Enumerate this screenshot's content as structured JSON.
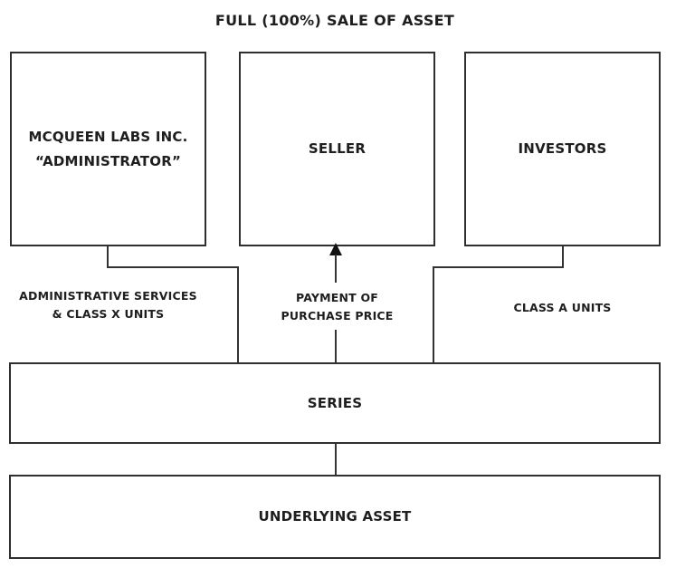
{
  "diagram": {
    "title": "FULL (100%) SALE OF ASSET",
    "nodes": {
      "administrator": {
        "line1": "MCQUEEN LABS INC.",
        "line2": "“ADMINISTRATOR”"
      },
      "seller": {
        "label": "SELLER"
      },
      "investors": {
        "label": "INVESTORS"
      },
      "series": {
        "label": "SERIES"
      },
      "underlying": {
        "label": "UNDERLYING ASSET"
      }
    },
    "edges": {
      "admin_series": {
        "line1": "ADMINISTRATIVE SERVICES",
        "line2": "& CLASS X UNITS"
      },
      "payment": {
        "line1": "PAYMENT OF",
        "line2": "PURCHASE PRICE"
      },
      "class_a": {
        "label": "CLASS A UNITS"
      }
    },
    "colors": {
      "background": "#ffffff",
      "border": "#2f2f2f",
      "line": "#333333",
      "text": "#1e1e1e"
    }
  }
}
